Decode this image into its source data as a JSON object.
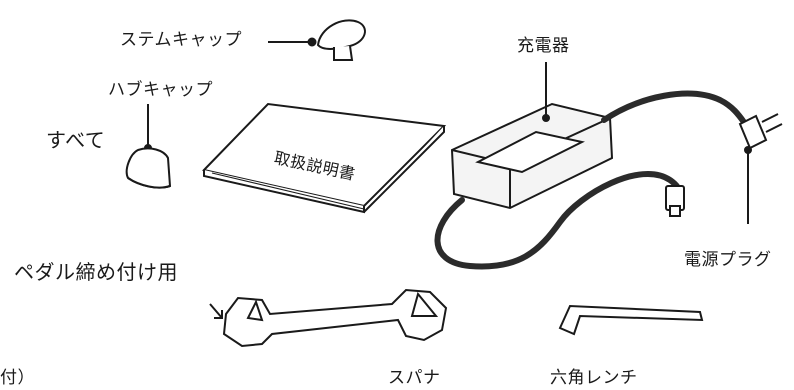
{
  "labels": {
    "stem_cap": "ステムキャップ",
    "hub_cap": "ハブキャップ",
    "charger": "充電器",
    "manual_title": "取扱説明書",
    "power_plug": "電源プラグ",
    "pedal_tightening": "ペダル締め付け用",
    "spanner": "スパナ",
    "hex_wrench": "六角レンチ",
    "cut_text_left": "すべて",
    "cut_text_bottom": "付）"
  },
  "colors": {
    "line": "#1a1a1a",
    "fill": "#ffffff",
    "cable": "#2b2b2b"
  }
}
